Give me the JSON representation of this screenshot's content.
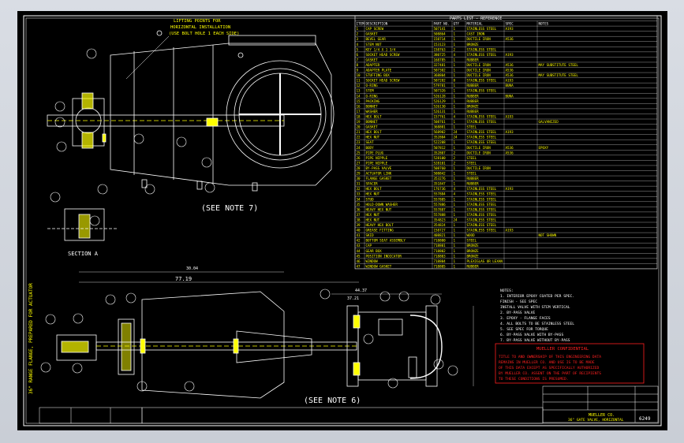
{
  "labels": {
    "lifting_note": [
      "LIFTING POINTS FOR",
      "HORIZONTAL INSTALLATION",
      "(USE BOLT HOLE 1 EACH SIDE)"
    ],
    "see_note_7": "(SEE NOTE 7)",
    "see_note_6": "(SEE NOTE 6)",
    "section_a": "SECTION A",
    "vertical_title": "36\" RANGE FLANGE, PREPARED FOR ACTUATOR",
    "dim_7719": "77.19",
    "dim_3004": "30.04",
    "dim_4437": "44.37",
    "dim_3721": "37.21"
  },
  "parts_list": {
    "title": "PARTS LIST - REFERENCE",
    "headers": [
      "ITEM",
      "DESCRIPTION",
      "PART NO.",
      "QTY",
      "MATERIAL",
      "SPEC",
      "NOTES"
    ],
    "rows": [
      [
        "1",
        "CAP SCREW",
        "507141",
        "1",
        "STAINLESS STEEL",
        "A193",
        ""
      ],
      [
        "2",
        "GASKET",
        "508864",
        "1",
        "CAST IRON",
        "",
        ""
      ],
      [
        "3",
        "BEVEL GEAR",
        "158714",
        "1",
        "DUCTILE IRON",
        "A536",
        ""
      ],
      [
        "4",
        "STEM NUT",
        "153123",
        "1",
        "BRONZE",
        "",
        ""
      ],
      [
        "5",
        "KEY 1/4 X 1 3/4",
        "158763",
        "2",
        "STAINLESS STEEL",
        "",
        ""
      ],
      [
        "6",
        "SOCKET HEAD SCREW",
        "380725",
        "4",
        "STAINLESS STEEL",
        "A193",
        ""
      ],
      [
        "7",
        "GASKET",
        "168785",
        "1",
        "RUBBER",
        "",
        ""
      ],
      [
        "8",
        "ADAPTER",
        "327481",
        "1",
        "DUCTILE IRON",
        "A536",
        "MAY SUBSTITUTE STEEL"
      ],
      [
        "9",
        "ADAPTER PLATE",
        "507302",
        "1",
        "DUCTILE IRON",
        "A536",
        ""
      ],
      [
        "10",
        "STUFFING BOX",
        "368804",
        "1",
        "DUCTILE IRON",
        "A536",
        "MAY SUBSTITUTE STEEL"
      ],
      [
        "11",
        "SOCKET HEAD SCREW",
        "507282",
        "8",
        "STAINLESS STEEL",
        "A193",
        ""
      ],
      [
        "12",
        "O-RING",
        "579781",
        "1",
        "RUBBER",
        "BUNA",
        ""
      ],
      [
        "13",
        "STEM",
        "507326",
        "1",
        "STAINLESS STEEL",
        "",
        ""
      ],
      [
        "14",
        "O-RING",
        "526128",
        "1",
        "RUBBER",
        "BUNA",
        ""
      ],
      [
        "15",
        "PACKING",
        "526129",
        "1",
        "RUBBER",
        "",
        ""
      ],
      [
        "16",
        "BONNET",
        "526130",
        "1",
        "BRONZE",
        "",
        ""
      ],
      [
        "17",
        "WASHER",
        "526131",
        "1",
        "RUBBER",
        "",
        ""
      ],
      [
        "18",
        "HEX BOLT",
        "157761",
        "4",
        "STAINLESS STEEL",
        "A193",
        ""
      ],
      [
        "19",
        "BONNET",
        "508761",
        "1",
        "STAINLESS STEEL",
        "",
        "GALVANIZED"
      ],
      [
        "20",
        "GASKET",
        "368801",
        "1",
        "STEEL",
        "",
        ""
      ],
      [
        "21",
        "HEX BOLT",
        "568902",
        "24",
        "STAINLESS STEEL",
        "A193",
        ""
      ],
      [
        "22",
        "HEX NUT",
        "352804",
        "24",
        "STAINLESS STEEL",
        "",
        ""
      ],
      [
        "23",
        "SEAT",
        "522208",
        "1",
        "STAINLESS STEEL",
        "",
        ""
      ],
      [
        "24",
        "BODY",
        "507812",
        "1",
        "DUCTILE IRON",
        "A536",
        "EPOXY"
      ],
      [
        "25",
        "PIPE PLUG",
        "352807",
        "2",
        "DUCTILE IRON",
        "A536",
        ""
      ],
      [
        "26",
        "PIPE NIPPLE",
        "528100",
        "2",
        "STEEL",
        "",
        ""
      ],
      [
        "27",
        "PIPE NIPPLE",
        "528101",
        "2",
        "STEEL",
        "",
        ""
      ],
      [
        "28",
        "BY-PASS VALVE",
        "508760",
        "1",
        "DUCTILE IRON",
        "",
        ""
      ],
      [
        "29",
        "ACTUATOR LINK",
        "508842",
        "1",
        "STEEL",
        "",
        ""
      ],
      [
        "30",
        "FLANGE GASKET",
        "353276",
        "1",
        "RUBBER",
        "",
        ""
      ],
      [
        "31",
        "SPACER",
        "351847",
        "1",
        "RUBBER",
        "",
        ""
      ],
      [
        "32",
        "HEX BOLT",
        "176736",
        "4",
        "STAINLESS STEEL",
        "A193",
        ""
      ],
      [
        "33",
        "HEX NUT",
        "557884",
        "4",
        "STAINLESS STEEL",
        "",
        ""
      ],
      [
        "34",
        "STUD",
        "557885",
        "1",
        "STAINLESS STEEL",
        "",
        ""
      ],
      [
        "35",
        "HOLD-DOWN WASHER",
        "557886",
        "1",
        "STAINLESS STEEL",
        "",
        ""
      ],
      [
        "36",
        "HEAVY HEX NUT",
        "557887",
        "1",
        "STAINLESS STEEL",
        "",
        ""
      ],
      [
        "37",
        "HEX NUT",
        "557888",
        "1",
        "STAINLESS STEEL",
        "",
        ""
      ],
      [
        "38",
        "HEX NUT",
        "354823",
        "24",
        "STAINLESS STEEL",
        "",
        ""
      ],
      [
        "39",
        "HEAVY HEX BOLT",
        "354824",
        "1",
        "STAINLESS STEEL",
        "",
        ""
      ],
      [
        "40",
        "GREASE FITTING",
        "158727",
        "1",
        "STAINLESS STEEL",
        "A193",
        ""
      ],
      [
        "41",
        "SKID",
        "408821",
        "1",
        "WOOD",
        "",
        "NOT SHOWN"
      ],
      [
        "42",
        "BOTTOM SEAT ASSEMBLY",
        "718800",
        "1",
        "STEEL",
        "",
        ""
      ],
      [
        "43",
        "CAP",
        "718801",
        "1",
        "BRONZE",
        "",
        ""
      ],
      [
        "44",
        "GEAR BOX",
        "718802",
        "1",
        "BRONZE",
        "",
        ""
      ],
      [
        "45",
        "POSITION INDICATOR",
        "718803",
        "1",
        "BRONZE",
        "",
        ""
      ],
      [
        "46",
        "WINDOW",
        "718804",
        "1",
        "PLEXIGLAS OR LEXAN",
        "",
        ""
      ],
      [
        "47",
        "WINDOW GASKET",
        "718805",
        "1",
        "RUBBER",
        "",
        ""
      ]
    ]
  },
  "notes": [
    "NOTES:",
    "1. INTERIOR EPOXY COATED PER SPEC.",
    "   FINISH - SEE SPEC",
    "   INSTALL VALVE WITH STEM VERTICAL",
    "2. BY-PASS VALVE",
    "3. EPOXY - FLANGE FACES",
    "4. ALL BOLTS TO BE STAINLESS STEEL",
    "5. SEE SPEC FOR TORQUE",
    "6. BY-PASS VALVE WITH BY-PASS",
    "7. BY-PASS VALVE WITHOUT BY-PASS"
  ],
  "confidential": {
    "title": "MUELLER CONFIDENTIAL",
    "body": [
      "TITLE TO AND OWNERSHIP OF THIS ENGINEERING DATA",
      "REMAINS IN MUELLER CO. AND USE IS TO BE MADE",
      "OF THIS DATA EXCEPT AS SPECIFICALLY AUTHORIZED",
      "BY MUELLER CO. ASSENT ON THE PART OF RECIPIENTS",
      "TO THESE CONDITIONS IS PRESUMED."
    ]
  },
  "title_block": {
    "company": "MUELLER CO.",
    "drawing_title": "36\" GATE VALVE, HORIZONTAL",
    "drawing_no": "6249"
  },
  "colors": {
    "line": "#ffffff",
    "accent": "#ffff00",
    "alert": "#ff2020",
    "paper": "#000000"
  }
}
